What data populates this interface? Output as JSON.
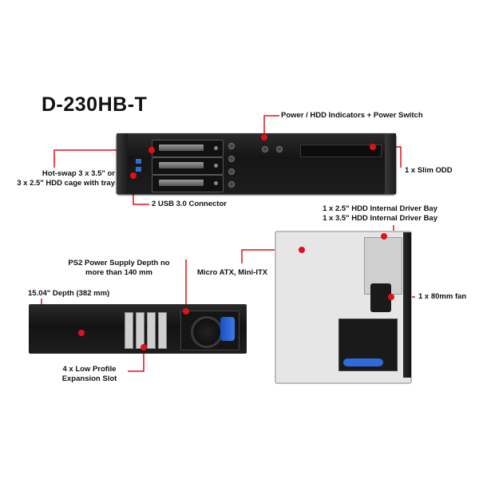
{
  "title": "D-230HB-T",
  "callouts": {
    "power_indicators": "Power / HDD Indicators + Power Switch",
    "hotswap_line1": "Hot-swap 3 x 3.5\" or",
    "hotswap_line2": "3 x 2.5\" HDD cage with tray",
    "slim_odd": "1 x Slim ODD",
    "usb": "2 USB 3.0 Connector",
    "internal_bay_line1": "1 x 2.5\" HDD Internal Driver Bay",
    "internal_bay_line2": "1 x 3.5\" HDD Internal Driver Bay",
    "ps2_line1": "PS2 Power Supply Depth no",
    "ps2_line2": "more than 140 mm",
    "micro_atx": "Micro ATX, Mini-ITX",
    "depth": "15.04\" Depth (382 mm)",
    "fan": "1 x 80mm fan",
    "expansion_line1": "4 x Low Profile",
    "expansion_line2": "Expansion Slot"
  },
  "colors": {
    "callout": "#e3101a",
    "chassis": "#1a1a1a",
    "accent_blue": "#2a6fd6"
  }
}
